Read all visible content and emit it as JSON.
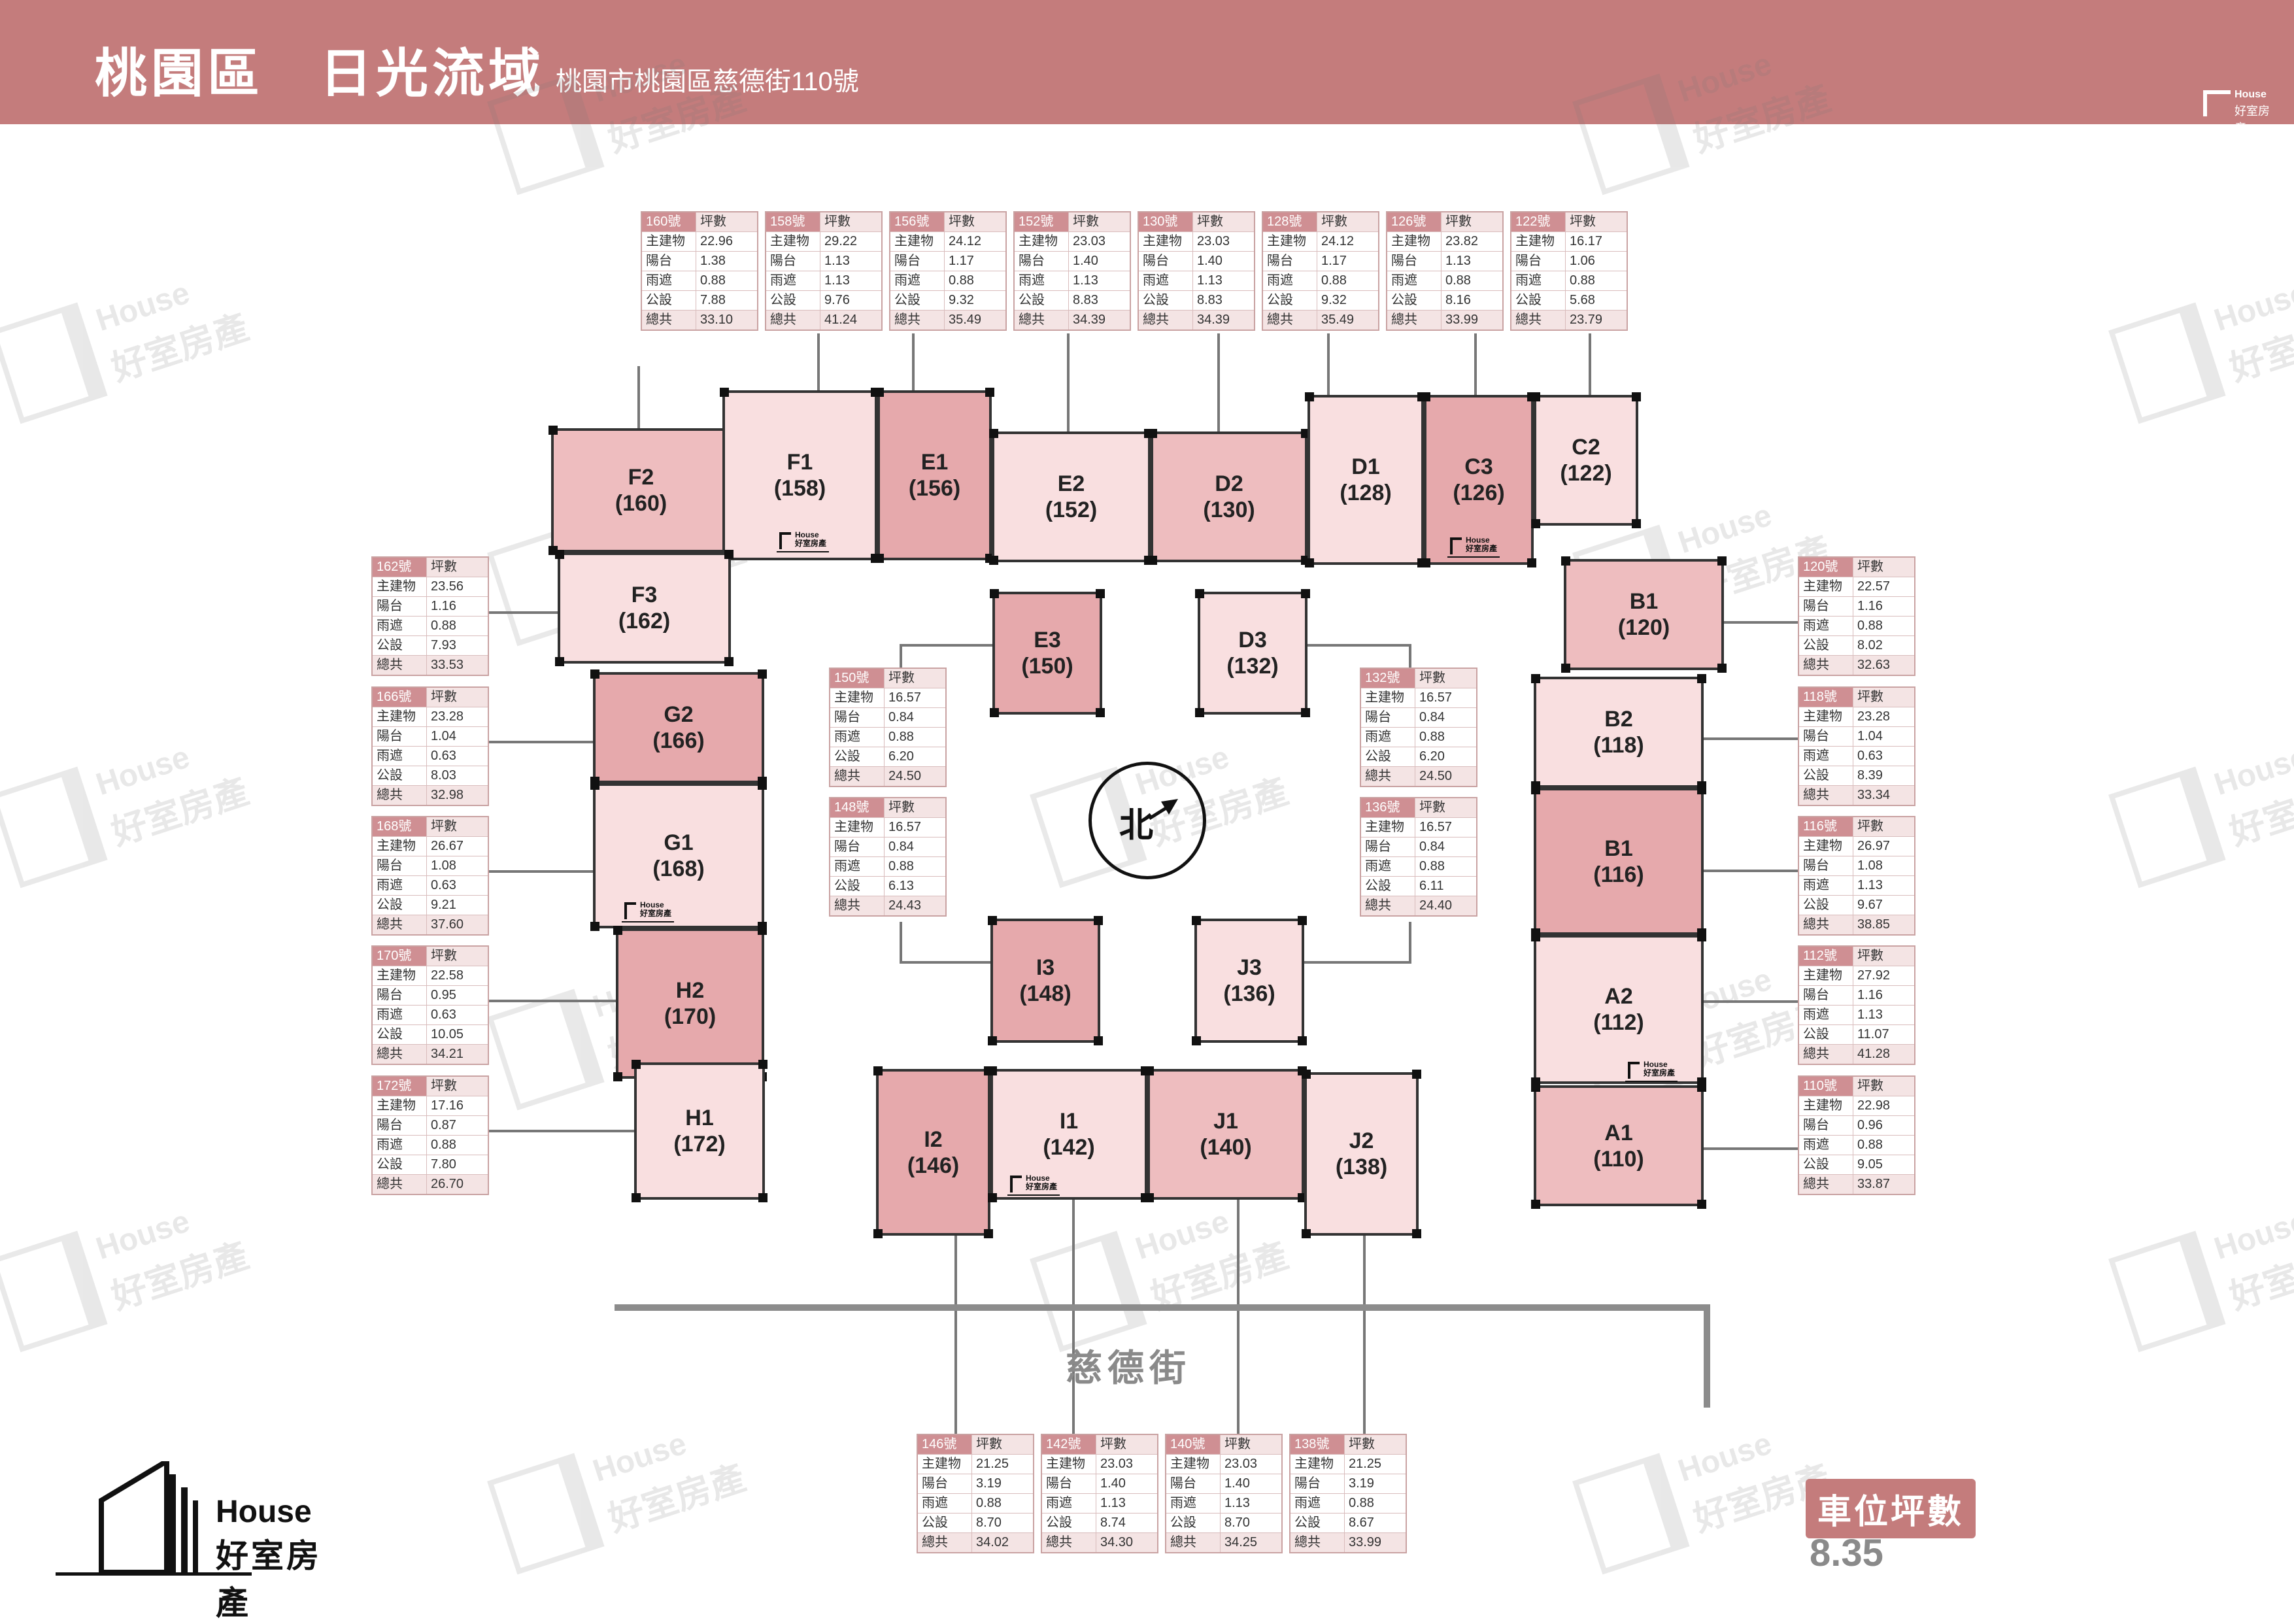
{
  "header": {
    "title": "桃園區　日光流域",
    "address": "桃園市桃園區慈德街110號",
    "logo_line1": "House",
    "logo_line2": "好室房產"
  },
  "watermark": {
    "line1": "House",
    "line2": "好室房產"
  },
  "street": "慈德街",
  "compass": "北",
  "brand": {
    "line1": "House",
    "line2": "好室房產",
    "icon": "building-icon"
  },
  "parking": {
    "label": "車位坪數",
    "value": "8.35"
  },
  "units": [
    {
      "code": "F2",
      "num": "(160)"
    },
    {
      "code": "F1",
      "num": "(158)"
    },
    {
      "code": "E1",
      "num": "(156)"
    },
    {
      "code": "E2",
      "num": "(152)"
    },
    {
      "code": "D2",
      "num": "(130)"
    },
    {
      "code": "D1",
      "num": "(128)"
    },
    {
      "code": "C3",
      "num": "(126)"
    },
    {
      "code": "C2",
      "num": "(122)"
    },
    {
      "code": "F3",
      "num": "(162)"
    },
    {
      "code": "B1",
      "num": "(120)"
    },
    {
      "code": "E3",
      "num": "(150)"
    },
    {
      "code": "D3",
      "num": "(132)"
    },
    {
      "code": "G2",
      "num": "(166)"
    },
    {
      "code": "B2",
      "num": "(118)"
    },
    {
      "code": "G1",
      "num": "(168)"
    },
    {
      "code": "B1",
      "num": "(116)"
    },
    {
      "code": "I3",
      "num": "(148)"
    },
    {
      "code": "J3",
      "num": "(136)"
    },
    {
      "code": "H2",
      "num": "(170)"
    },
    {
      "code": "A2",
      "num": "(112)"
    },
    {
      "code": "H1",
      "num": "(172)"
    },
    {
      "code": "I2",
      "num": "(146)"
    },
    {
      "code": "I1",
      "num": "(142)"
    },
    {
      "code": "J1",
      "num": "(140)"
    },
    {
      "code": "J2",
      "num": "(138)"
    },
    {
      "code": "A1",
      "num": "(110)"
    }
  ],
  "table_labels": [
    "坪數",
    "主建物",
    "陽台",
    "雨遮",
    "公設",
    "總共"
  ],
  "tables": [
    {
      "no": "160號",
      "v": [
        "22.96",
        "1.38",
        "0.88",
        "7.88",
        "33.10"
      ]
    },
    {
      "no": "158號",
      "v": [
        "29.22",
        "1.13",
        "1.13",
        "9.76",
        "41.24"
      ]
    },
    {
      "no": "156號",
      "v": [
        "24.12",
        "1.17",
        "0.88",
        "9.32",
        "35.49"
      ]
    },
    {
      "no": "152號",
      "v": [
        "23.03",
        "1.40",
        "1.13",
        "8.83",
        "34.39"
      ]
    },
    {
      "no": "130號",
      "v": [
        "23.03",
        "1.40",
        "1.13",
        "8.83",
        "34.39"
      ]
    },
    {
      "no": "128號",
      "v": [
        "24.12",
        "1.17",
        "0.88",
        "9.32",
        "35.49"
      ]
    },
    {
      "no": "126號",
      "v": [
        "23.82",
        "1.13",
        "0.88",
        "8.16",
        "33.99"
      ]
    },
    {
      "no": "122號",
      "v": [
        "16.17",
        "1.06",
        "0.88",
        "5.68",
        "23.79"
      ]
    },
    {
      "no": "162號",
      "v": [
        "23.56",
        "1.16",
        "0.88",
        "7.93",
        "33.53"
      ]
    },
    {
      "no": "166號",
      "v": [
        "23.28",
        "1.04",
        "0.63",
        "8.03",
        "32.98"
      ]
    },
    {
      "no": "168號",
      "v": [
        "26.67",
        "1.08",
        "0.63",
        "9.21",
        "37.60"
      ]
    },
    {
      "no": "170號",
      "v": [
        "22.58",
        "0.95",
        "0.63",
        "10.05",
        "34.21"
      ]
    },
    {
      "no": "172號",
      "v": [
        "17.16",
        "0.87",
        "0.88",
        "7.80",
        "26.70"
      ]
    },
    {
      "no": "150號",
      "v": [
        "16.57",
        "0.84",
        "0.88",
        "6.20",
        "24.50"
      ]
    },
    {
      "no": "148號",
      "v": [
        "16.57",
        "0.84",
        "0.88",
        "6.13",
        "24.43"
      ]
    },
    {
      "no": "132號",
      "v": [
        "16.57",
        "0.84",
        "0.88",
        "6.20",
        "24.50"
      ]
    },
    {
      "no": "136號",
      "v": [
        "16.57",
        "0.84",
        "0.88",
        "6.11",
        "24.40"
      ]
    },
    {
      "no": "120號",
      "v": [
        "22.57",
        "1.16",
        "0.88",
        "8.02",
        "32.63"
      ]
    },
    {
      "no": "118號",
      "v": [
        "23.28",
        "1.04",
        "0.63",
        "8.39",
        "33.34"
      ]
    },
    {
      "no": "116號",
      "v": [
        "26.97",
        "1.08",
        "1.13",
        "9.67",
        "38.85"
      ]
    },
    {
      "no": "112號",
      "v": [
        "27.92",
        "1.16",
        "1.13",
        "11.07",
        "41.28"
      ]
    },
    {
      "no": "110號",
      "v": [
        "22.98",
        "0.96",
        "0.88",
        "9.05",
        "33.87"
      ]
    },
    {
      "no": "146號",
      "v": [
        "21.25",
        "3.19",
        "0.88",
        "8.70",
        "34.02"
      ]
    },
    {
      "no": "142號",
      "v": [
        "23.03",
        "1.40",
        "1.13",
        "8.74",
        "34.30"
      ]
    },
    {
      "no": "140號",
      "v": [
        "23.03",
        "1.40",
        "1.13",
        "8.70",
        "34.25"
      ]
    },
    {
      "no": "138號",
      "v": [
        "21.25",
        "3.19",
        "0.88",
        "8.67",
        "33.99"
      ]
    }
  ],
  "colors": {
    "header": "#c47c7c",
    "unit_light": "#f9dfe0",
    "unit_medium": "#eebdbf",
    "unit_dark": "#e6a9ac",
    "table_no": "#cf8f93"
  }
}
